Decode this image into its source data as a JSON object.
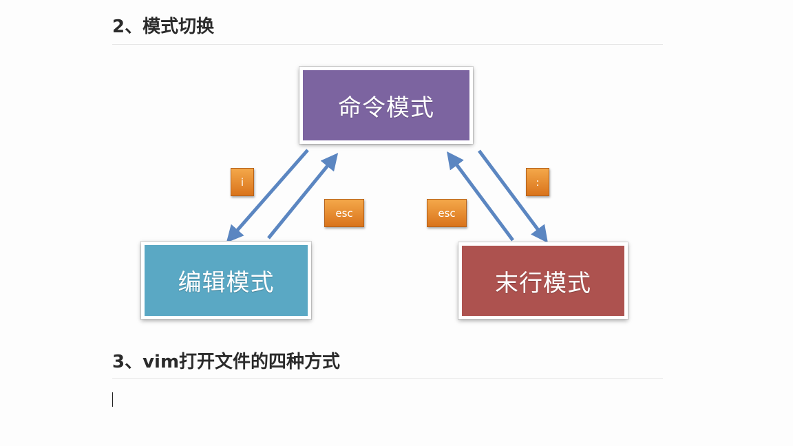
{
  "section2": {
    "heading": "2、模式切换"
  },
  "diagram": {
    "command_mode": "命令模式",
    "edit_mode": "编辑模式",
    "last_line_mode": "末行模式",
    "key_insert": "i",
    "key_esc_left": "esc",
    "key_esc_right": "esc",
    "key_colon": ":",
    "colors": {
      "command_mode": "#7c64a0",
      "edit_mode": "#5aa8c4",
      "last_line_mode": "#ad524f",
      "key": "#e88a2a",
      "arrow": "#5b86c1"
    }
  },
  "section3": {
    "heading": "3、vim打开文件的四种方式"
  }
}
